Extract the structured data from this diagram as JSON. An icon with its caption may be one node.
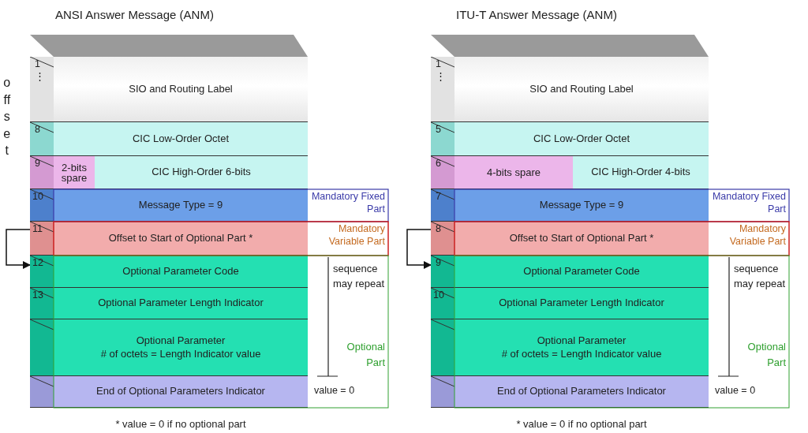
{
  "diagram": {
    "nodes": [
      {
        "text": [
          "ANSI Answer Message (ANM)"
        ]
      },
      {
        "text": [
          "SIO and Routing Label"
        ],
        "in": 0
      },
      {
        "text": [
          "CIC Low-Order Octet"
        ],
        "in": 0
      },
      {
        "text": [
          "2-bits spare"
        ],
        "in": 0
      },
      {
        "text": [
          "CIC High-Order 6-bits"
        ],
        "in": 0
      },
      {
        "text": [
          "Message Type = 9"
        ],
        "in": 0,
        "beside": [
          "Mandatory Fixed Part"
        ]
      },
      {
        "text": [
          "Offset to Start of Optional Part *"
        ],
        "in": 0,
        "beside": [
          "Mandatory Variable Part"
        ]
      },
      {
        "text": [
          "Optional Parameter Code"
        ],
        "in": 0
      },
      {
        "text": [
          "Optional Parameter Length Indicator"
        ],
        "in": 0
      },
      {
        "text": [
          "Optional Parameter",
          "# of octets = Length Indicator value"
        ],
        "in": 0
      },
      {
        "text": [
          "End of Optional Parameters Indicator"
        ],
        "in": 0,
        "beside": [
          "value = 0"
        ]
      },
      {
        "text": [
          "ITU-T Answer Message (ANM)"
        ]
      },
      {
        "text": [
          "SIO and Routing Label"
        ],
        "in": 11
      },
      {
        "text": [
          "CIC Low-Order Octet"
        ],
        "in": 11
      },
      {
        "text": [
          "4-bits spare"
        ],
        "in": 11
      },
      {
        "text": [
          "CIC High-Order 4-bits"
        ],
        "in": 11
      },
      {
        "text": [
          "Message Type = 9"
        ],
        "in": 11,
        "beside": [
          "Mandatory Fixed Part"
        ]
      },
      {
        "text": [
          "Offset to Start of Optional Part *"
        ],
        "in": 11,
        "beside": [
          "Mandatory Variable Part"
        ]
      },
      {
        "text": [
          "Optional Parameter Code"
        ],
        "in": 11
      },
      {
        "text": [
          "Optional Parameter Length Indicator"
        ],
        "in": 11
      },
      {
        "text": [
          "Optional Parameter",
          "# of octets = Length Indicator value"
        ],
        "in": 11
      },
      {
        "text": [
          "End of Optional Parameters Indicator"
        ],
        "in": 11,
        "beside": [
          "value = 0"
        ]
      }
    ],
    "edges": [
      {
        "from": 6,
        "to": 7,
        "arrow": "to"
      },
      {
        "from": 17,
        "to": 18,
        "arrow": "to"
      }
    ],
    "labels": [
      "offset",
      "1",
      "⋮",
      "8",
      "9",
      "10",
      "11",
      "12",
      "13",
      "sequence may repeat",
      "Optional Part",
      "* value = 0 if no optional part",
      "1",
      "⋮",
      "5",
      "6",
      "7",
      "8",
      "9",
      "10",
      "sequence may repeat",
      "Optional Part",
      "* value = 0 if no optional part"
    ]
  }
}
